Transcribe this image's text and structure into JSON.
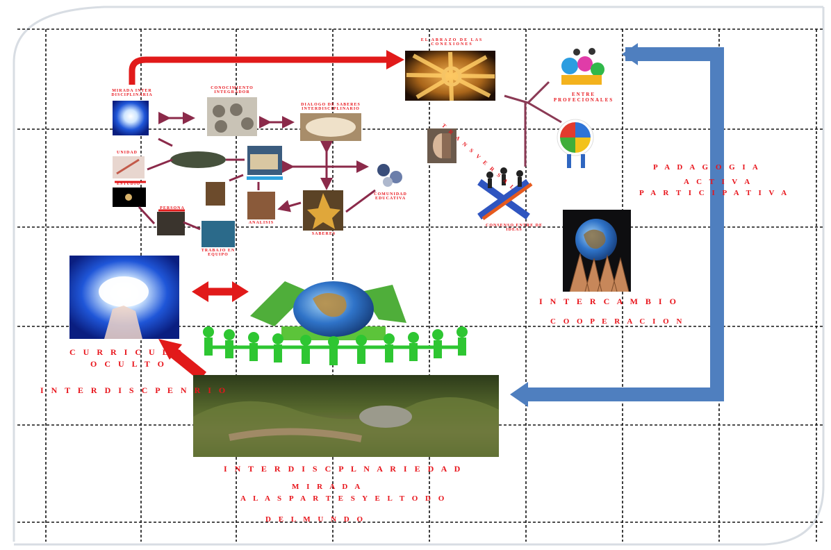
{
  "labels": {
    "top_network": "EL ABRAZO DE LAS CONEXIONES",
    "transversal": "T R A N S V E R S A L",
    "entre_profesionales": "ENTRE PROFECIONALES",
    "consenso": "CONSENSO ENTRE DE IDEAS",
    "pedagogia_line1": "P A D A G O G I A",
    "pedagogia_line2": "A C T I V A",
    "pedagogia_line3": "P A R T I C I P A T I V A",
    "intercambio": "I N T E R C A M B I O",
    "cooperacion": "C O O P E R A C I O N",
    "curriculo": "C U R R I C U L O",
    "oculto": "O C U L T O",
    "interdisc_left": "I N T E R D I S C P E N R I O",
    "interdisciplinariedad": "I N T E R D I S C P L N A R I E D A D",
    "mirada": "M I R A D A",
    "partes": "A L A S   P A R T E S Y E L T O D O",
    "mundo": "D E L   M U N D O",
    "small_1": "MIRADA INTER DISCIPLINARIA",
    "small_2": "CONOCIMIENTO INTEGRADOR",
    "small_3": "DIALOGO DE SABERES INTERDISCIPLINARIO",
    "small_4": "UNIDAD",
    "small_5": "ESTUDIO",
    "small_6": "COMUNIDAD EDUCATIVA",
    "small_7": "SABERES",
    "small_8": "ANALISIS",
    "small_9": "TRABAJO EN EQUIPO",
    "small_10": "PERSONA"
  },
  "colors": {
    "arrow_red": "#e11a1a",
    "arrow_blue": "#4f7fbf",
    "connector": "#8b2a4a",
    "text_red": "#e8141b",
    "grid": "#111111"
  }
}
